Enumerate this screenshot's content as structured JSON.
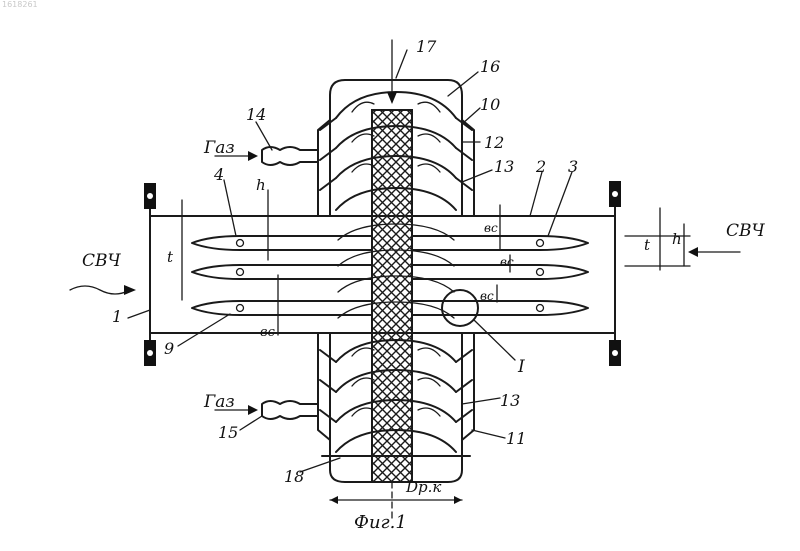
{
  "document": {
    "stamp": "1618261",
    "caption": "Фиг.1"
  },
  "labels": {
    "gas_top": "Газ",
    "gas_bottom": "Газ",
    "microwave_left": "СВЧ",
    "microwave_right": "СВЧ",
    "detail_mark": "I",
    "dim_h_left": "h",
    "dim_t_left": "t",
    "dim_bc_left": "вс",
    "dim_t_right": "t",
    "dim_h_right": "h",
    "dim_bc_right_1": "вс",
    "dim_bc_right_2": "вс",
    "dim_bc_right_3": "вс",
    "dim_diameter": "Dр.к"
  },
  "callouts": {
    "n1": "1",
    "n2": "2",
    "n3": "3",
    "n4": "4",
    "n9": "9",
    "n10": "10",
    "n11": "11",
    "n12": "12",
    "n13_top": "13",
    "n13_bottom": "13",
    "n14": "14",
    "n15": "15",
    "n16": "16",
    "n17": "17",
    "n18": "18"
  }
}
